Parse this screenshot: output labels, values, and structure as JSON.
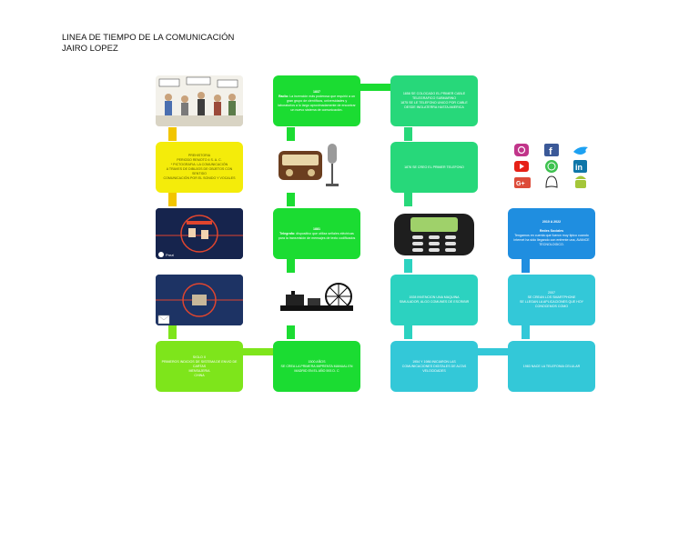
{
  "header": {
    "line1": "LINEA DE TIEMPO DE LA COMUNICACIÓN",
    "line2": "JAIRO LOPEZ"
  },
  "col1": {
    "box2": [
      "PREHISTORIA",
      "PERIODO REMOTO 4 S.  A. C.",
      "",
      "* PICTOGRAFIA: LA COMUNICACIÓN",
      "A TRAVES DE DIBUJOS DE OBJETOS CON SENTIDO",
      "COMUNICACIÓN POR EL SONIDO Y VOCALES"
    ],
    "box5": [
      "SIGLO X",
      "PRIMEROS INDICIOS DE SISTEMA DE ENVIO DE",
      "CARTAS",
      "MENSAJERIA",
      "CHINA"
    ]
  },
  "col2": {
    "box1": {
      "year": "1837",
      "label": "Radio:",
      "text": "La invención más poderosa que requirió a un gran grupo de científicos, universidades y laboratorios a lo largo aproximadamente de encontrar un nuevo sistema de comunicación."
    },
    "box3": {
      "year": "1881",
      "label": "Telegrafo:",
      "text": "dispositivo que utiliza señales eléctricas para la transmisión de mensajes de texto codificados"
    },
    "box5": [
      "1500 AÑOS",
      "SE CREA LA PRIMERA IMPRENTA MANUAL EN",
      "MADRID EN EL AÑO 593 D. C"
    ]
  },
  "col3": {
    "box1": [
      "1858 SE COLOCADO EL PRIMER CABLE",
      "TELEGRAFICO SUBMARINO",
      "",
      "1875 SE LE TELEFONO UNICO POR CABLE",
      "DESDE INGLATERRA HASTA AMERICA"
    ],
    "box2": [
      "1876 SE CREO EL PRIMER TELEFONO"
    ],
    "box4": [
      "1928 INVENCION UNA MAQUINA",
      "SIMULADOR, ALGO COMUNES DE ESCRIBIR"
    ],
    "box5": [
      "1954 Y 1986 INICIARON LAS",
      "COMUNICACIONES DIGITALES DE ALTAS",
      "VELOCIDADES"
    ]
  },
  "col4": {
    "box3": {
      "year": "2010 A 2022",
      "label": "Redes Sociales",
      "text": "Tengamos en cuenta que fueron muy tipico cuando internet ha sido llegando con enfrente una, AVANCE TECNOLOGICO."
    },
    "box4": [
      "2007",
      "SE CREAN LOS SMARTPHONE",
      "SE LLEGAN LA APLICACIONES QUE HOY",
      "CONOCEMOS COMO"
    ],
    "box5": [
      "1983 NACE LA TELEFONIA CELULAR"
    ]
  },
  "social": [
    "instagram-icon",
    "facebook-icon",
    "twitter-icon",
    "youtube-icon",
    "whatsapp-icon",
    "linkedin-icon",
    "google-plus-icon",
    "snapchat-icon",
    "android-icon"
  ],
  "colors": {
    "green": "#1bdc32",
    "yellow": "#f4ec0a",
    "lime": "#7ee51b",
    "mint": "#27d87a",
    "teal": "#2cd2c0",
    "cyan": "#33c8d8",
    "blue": "#1f8ee0"
  }
}
